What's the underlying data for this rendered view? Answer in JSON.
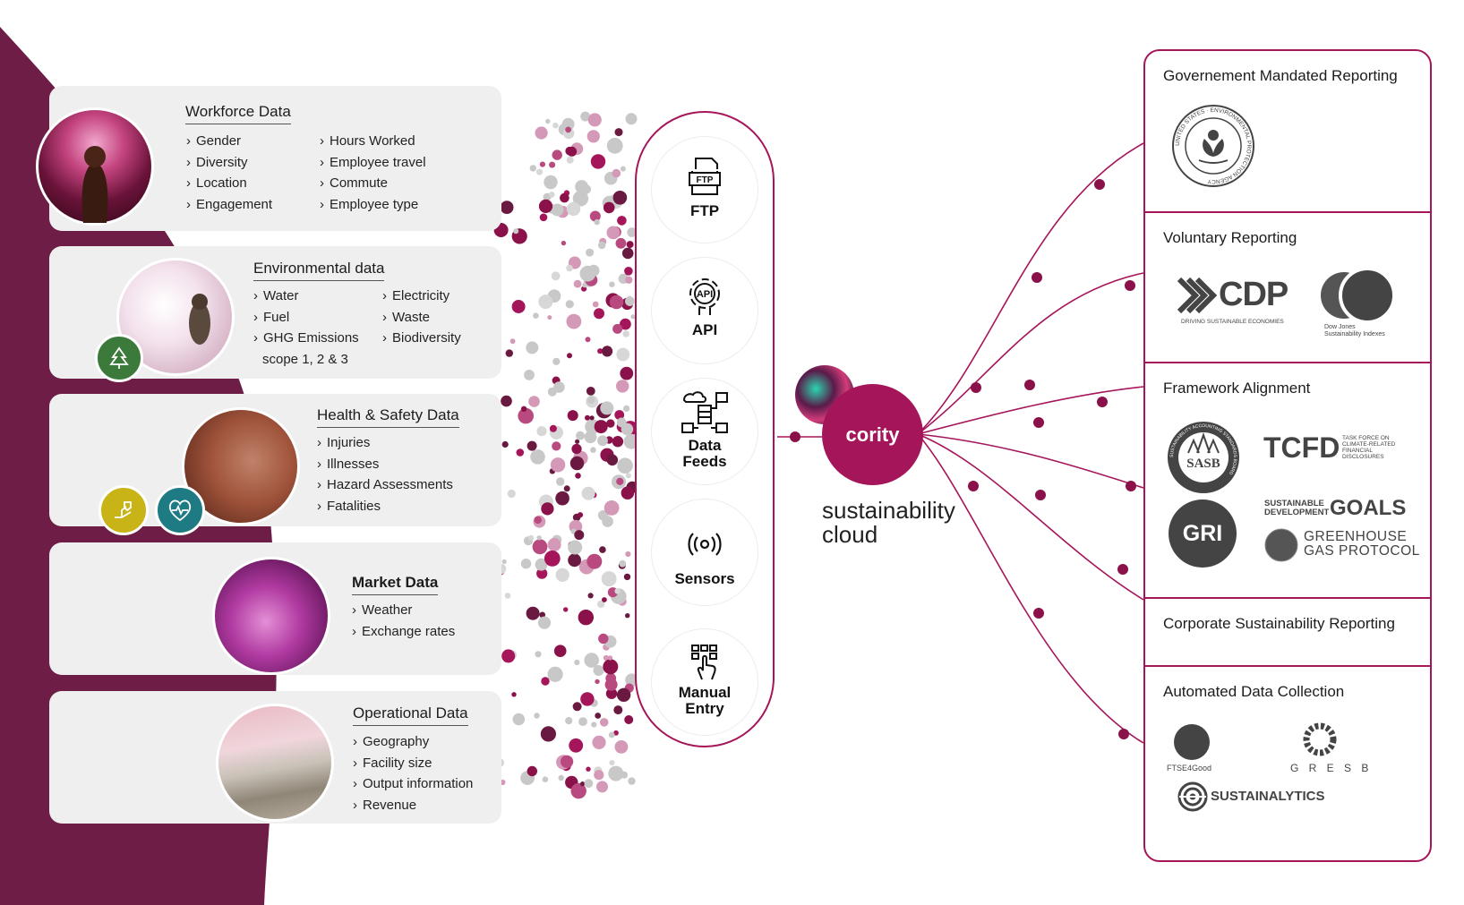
{
  "data_cards": [
    {
      "title": "Workforce Data",
      "col1": [
        "Gender",
        "Diversity",
        "Location",
        "Engagement"
      ],
      "col2": [
        "Hours Worked",
        "Employee travel",
        "Commute",
        "Employee type"
      ]
    },
    {
      "title": "Environmental data",
      "col1": [
        "Water",
        "Fuel",
        "GHG Emissions"
      ],
      "col1_extra": "scope 1, 2 & 3",
      "col2": [
        "Electricity",
        "Waste",
        "Biodiversity"
      ]
    },
    {
      "title": "Health & Safety Data",
      "col1": [
        "Injuries",
        "Illnesses",
        "Hazard Assessments",
        "Fatalities"
      ]
    },
    {
      "title": "Market Data",
      "col1": [
        "Weather",
        "Exchange rates"
      ]
    },
    {
      "title": "Operational Data",
      "col1": [
        "Geography",
        "Facility size",
        "Output information",
        "Revenue"
      ]
    }
  ],
  "sources": [
    {
      "label": "FTP",
      "icon": "ftp-file-icon"
    },
    {
      "label": "API",
      "icon": "api-gear-icon"
    },
    {
      "label_l1": "Data",
      "label_l2": "Feeds",
      "icon": "server-network-icon"
    },
    {
      "label": "Sensors",
      "icon": "broadcast-icon"
    },
    {
      "label_l1": "Manual",
      "label_l2": "Entry",
      "icon": "keypad-hand-icon"
    }
  ],
  "hub": {
    "brand": "cority",
    "label_l1": "sustainability",
    "label_l2": "cloud"
  },
  "reporting": {
    "gov": {
      "title": "Governement Mandated Reporting",
      "seal_text": "UNITED STATES · ENVIRONMENTAL PROTECTION AGENCY"
    },
    "voluntary": {
      "title": "Voluntary Reporting",
      "cdp": "CDP",
      "cdp_sub": "DRIVING SUSTAINABLE ECONOMIES",
      "dj_l1": "Dow Jones",
      "dj_l2": "Sustainability Indexes"
    },
    "framework": {
      "title": "Framework Alignment",
      "sasb": "SASB",
      "sasb_ring": "SUSTAINABILITY ACCOUNTING STANDARDS BOARD",
      "tcfd": "TCFD",
      "tcfd_sub_l1": "TASK FORCE ON",
      "tcfd_sub_l2": "CLIMATE-RELATED",
      "tcfd_sub_l3": "FINANCIAL",
      "tcfd_sub_l4": "DISCLOSURES",
      "gri": "GRI",
      "sdg_small_l1": "SUSTAINABLE",
      "sdg_small_l2": "DEVELOPMENT",
      "sdg_big": "GOALS",
      "ghg_l1": "GREENHOUSE",
      "ghg_l2": "GAS PROTOCOL"
    },
    "corporate": {
      "title": "Corporate Sustainability Reporting"
    },
    "automated": {
      "title": "Automated Data Collection",
      "ftse": "FTSE4Good",
      "gresb": "G R E S B",
      "sustainalytics": "SUSTAINALYTICS"
    }
  },
  "colors": {
    "brand": "#a5155a",
    "dark_bg": "#6e1d46",
    "card_bg": "#efefef",
    "grey_dot": "#c8c8c8",
    "green_badge": "#3c7a3c",
    "yellow_badge": "#c8b417",
    "teal_badge": "#1e7b83"
  },
  "badges": [
    "tree-icon",
    "hand-safety-icon",
    "heartbeat-icon"
  ]
}
